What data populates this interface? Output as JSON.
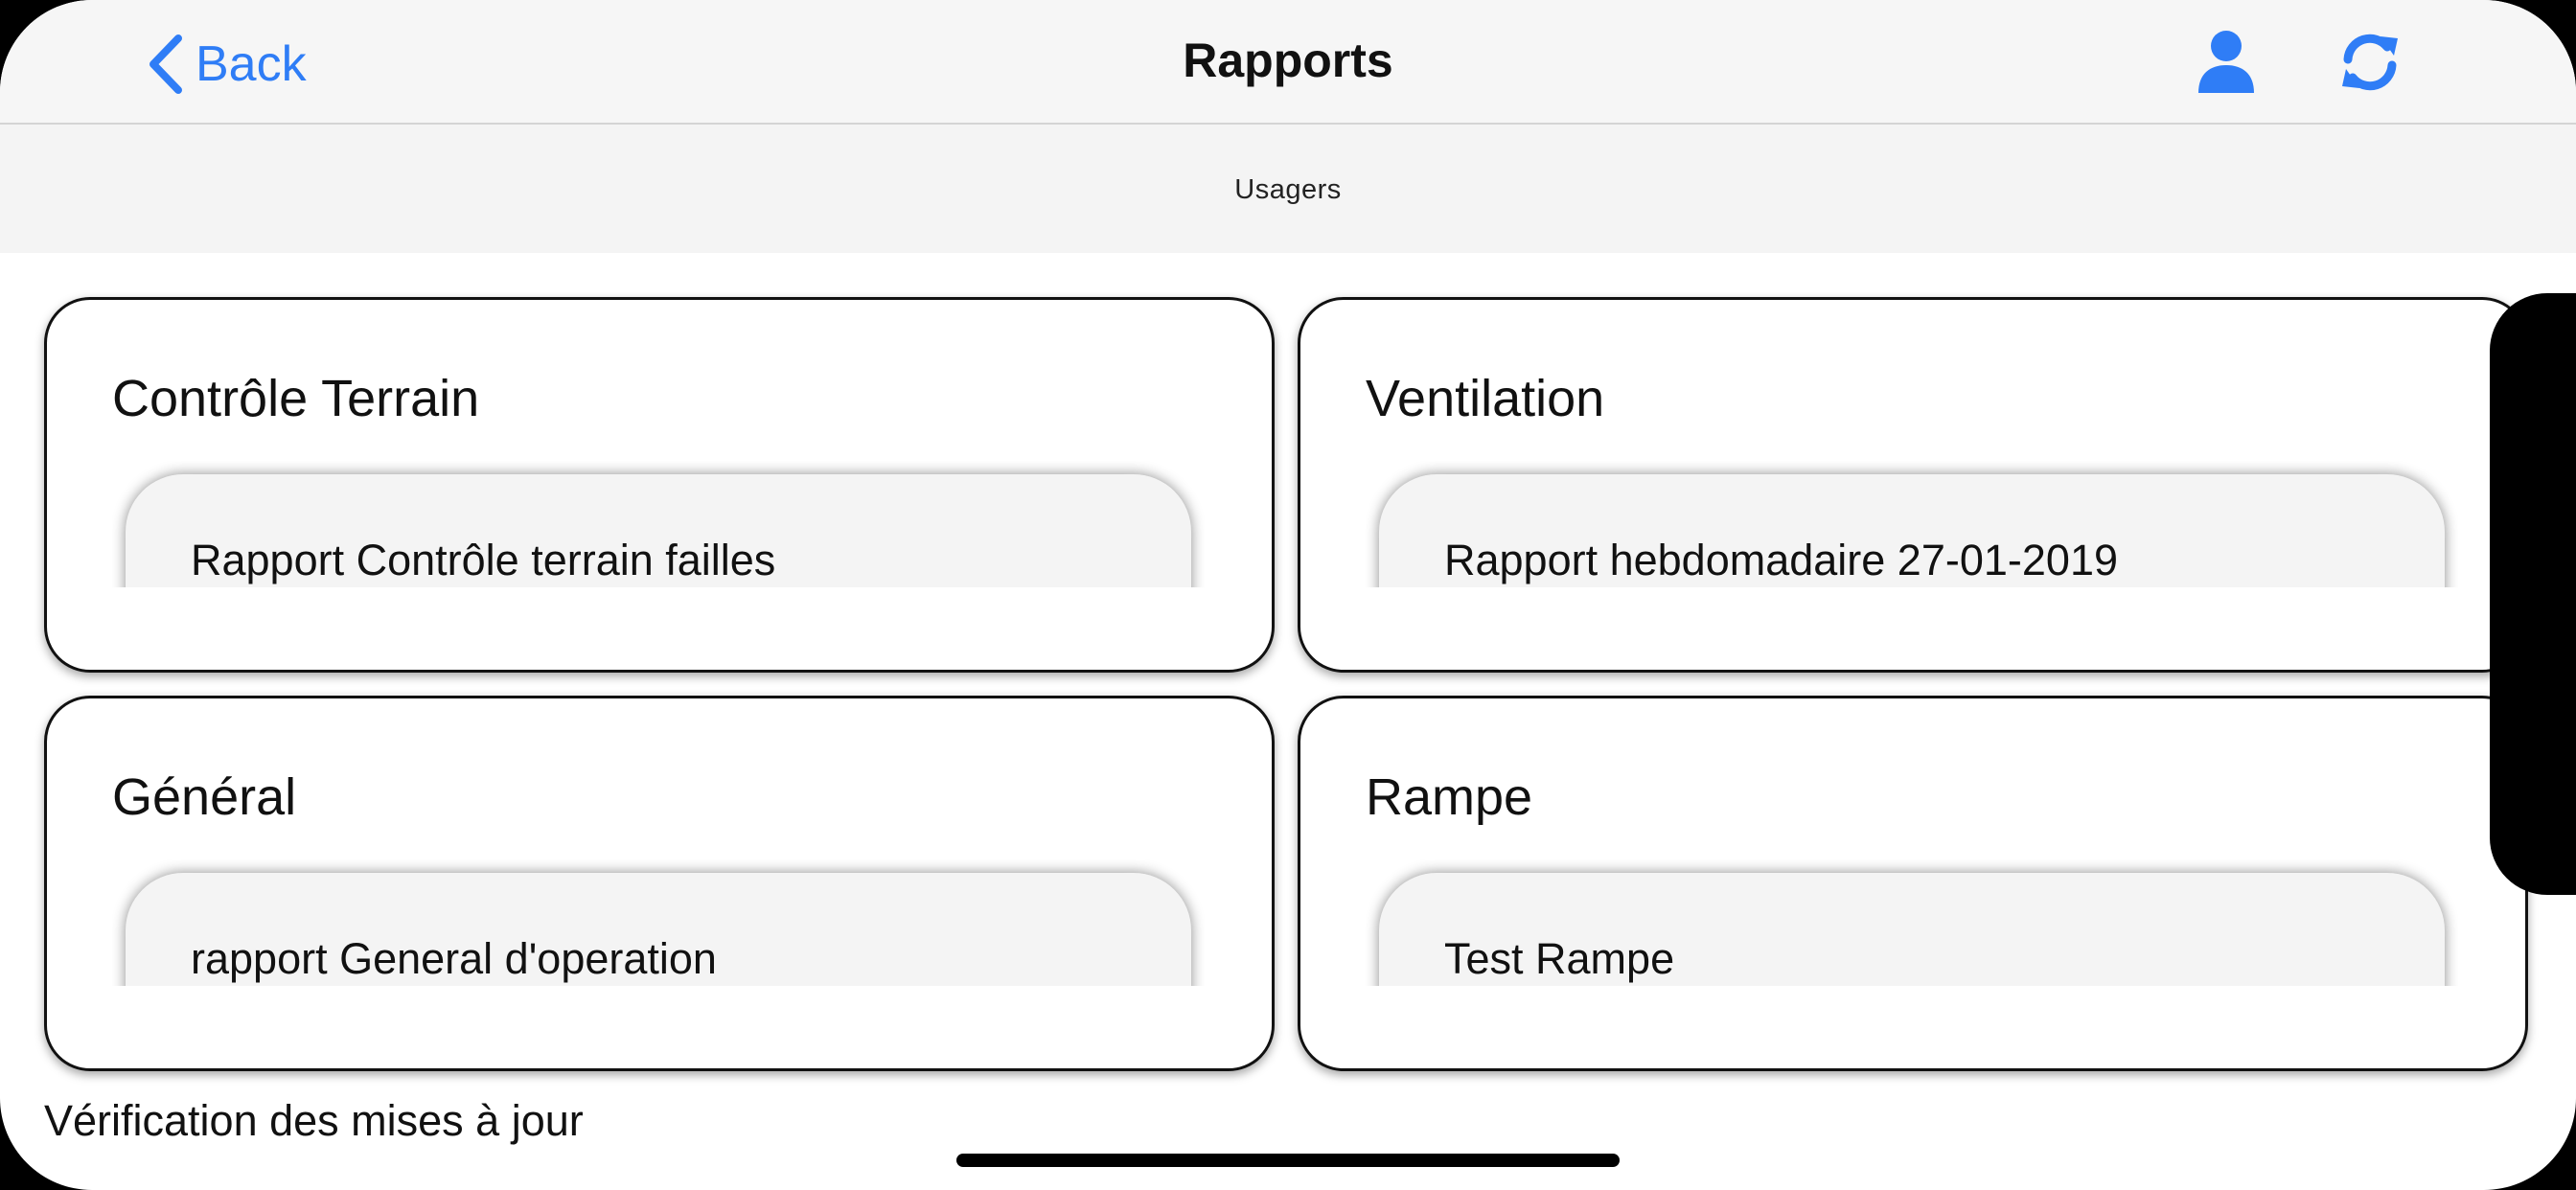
{
  "navbar": {
    "back_label": "Back",
    "title": "Rapports",
    "user_icon": "user-icon",
    "refresh_icon": "refresh-icon",
    "accent_color": "#2f7df6"
  },
  "segment": {
    "label": "Usagers"
  },
  "cards": [
    {
      "title": "Contrôle Terrain",
      "reports": [
        "Rapport Contrôle terrain failles"
      ]
    },
    {
      "title": "Ventilation",
      "reports": [
        "Rapport hebdomadaire 27-01-2019"
      ]
    },
    {
      "title": "Général",
      "reports": [
        "rapport General d'operation"
      ]
    },
    {
      "title": "Rampe",
      "reports": [
        "Test Rampe"
      ]
    }
  ],
  "status": {
    "text": "Vérification des mises à jour"
  }
}
